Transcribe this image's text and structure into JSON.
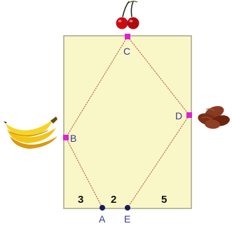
{
  "points": {
    "A": "A",
    "B": "B",
    "C": "C",
    "D": "D",
    "E": "E"
  },
  "segments": {
    "left": "3",
    "middle": "2",
    "right": "5"
  },
  "fruits": {
    "top": "cherry-icon",
    "left": "banana-icon",
    "right": "dates-icon"
  },
  "colors": {
    "board_fill": "#f9f7c8",
    "board_border": "#a8a68a",
    "path_line": "#c07048",
    "side_point": "#e020d0",
    "bottom_point": "#1a1a5a",
    "label_text": "#3a3a8a"
  }
}
